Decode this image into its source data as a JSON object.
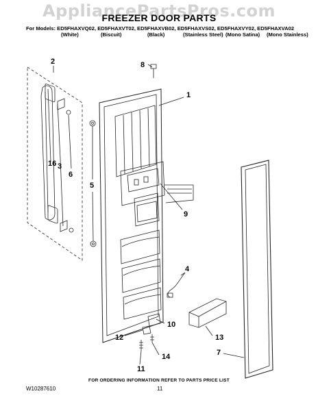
{
  "watermark": "AppliancePartsPros.com",
  "title": "FREEZER DOOR PARTS",
  "models_line": "For Models: ED5FHAXVQ02, ED5FHAXVT02, ED5FHAXVB02, ED5FHAXVS02, ED5FHAXVY02, ED5FHAXVA02",
  "colors": [
    "(White)",
    "(Biscuit)",
    "(Black)",
    "(Stainless Steel)",
    "(Mono Satina)",
    "(Mono Stainless)"
  ],
  "callouts": [
    "1",
    "2",
    "3",
    "4",
    "5",
    "6",
    "7",
    "8",
    "9",
    "10",
    "11",
    "12",
    "13",
    "14",
    "16"
  ],
  "footer": {
    "order_info": "FOR ORDERING INFORMATION REFER TO PARTS PRICE LIST",
    "doc_number": "W10287610",
    "page": "11"
  }
}
